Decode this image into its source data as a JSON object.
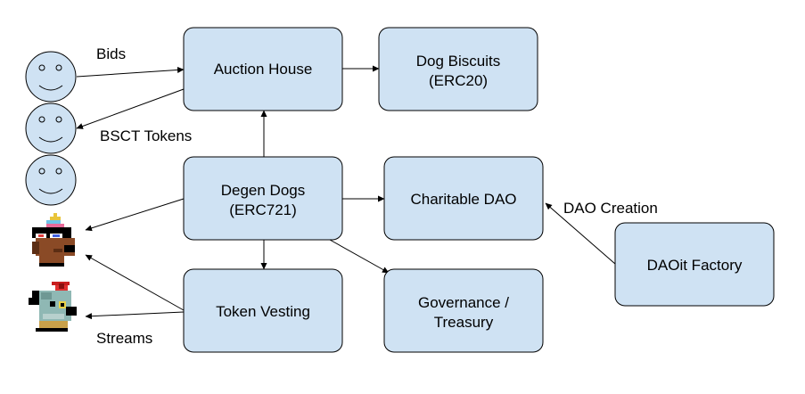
{
  "nodes": {
    "auction_house": "Auction House",
    "dog_biscuits": [
      "Dog Biscuits",
      "(ERC20)"
    ],
    "degen_dogs": [
      "Degen Dogs",
      "(ERC721)"
    ],
    "charitable_dao": "Charitable DAO",
    "daoit_factory": "DAOit Factory",
    "token_vesting": "Token Vesting",
    "governance_treasury": [
      "Governance /",
      "Treasury"
    ]
  },
  "edge_labels": {
    "bids": "Bids",
    "bsct_tokens": "BSCT Tokens",
    "dao_creation": "DAO Creation",
    "streams": "Streams"
  },
  "colors": {
    "box_fill": "#cfe2f3",
    "stroke": "#000000"
  },
  "icons": [
    "smiley-face-icon",
    "smiley-face-icon",
    "smiley-face-icon",
    "party-dog-nft-icon",
    "bow-dog-nft-icon"
  ]
}
